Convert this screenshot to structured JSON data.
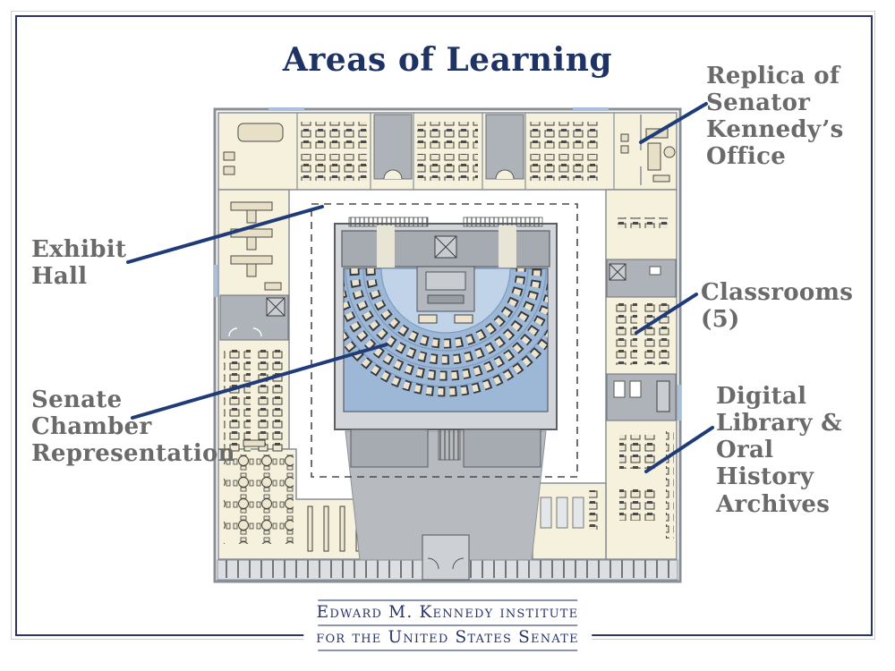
{
  "title": "Areas of Learning",
  "labels": {
    "replica": "Replica of\nSenator\nKennedy’s\nOffice",
    "exhibit": "Exhibit\nHall",
    "classrooms": "Classrooms (5)",
    "chamber": "Senate\nChamber\nRepresentation",
    "digital": "Digital\nLibrary &\nOral\nHistory\nArchives"
  },
  "logo": {
    "line1": "Edward M. Kennedy institute",
    "line2": "for the United States Senate"
  },
  "colors": {
    "title_navy": "#1e3263",
    "leader_line_navy": "#1f3c78",
    "label_gray": "#6a6a6a",
    "logo_navy": "#273469",
    "floor_cream": "#f6f1dd",
    "wall_gray": "#898f96",
    "chamber_blue": "#9db7d6",
    "chamber_blue_light": "#c0d3e8"
  }
}
